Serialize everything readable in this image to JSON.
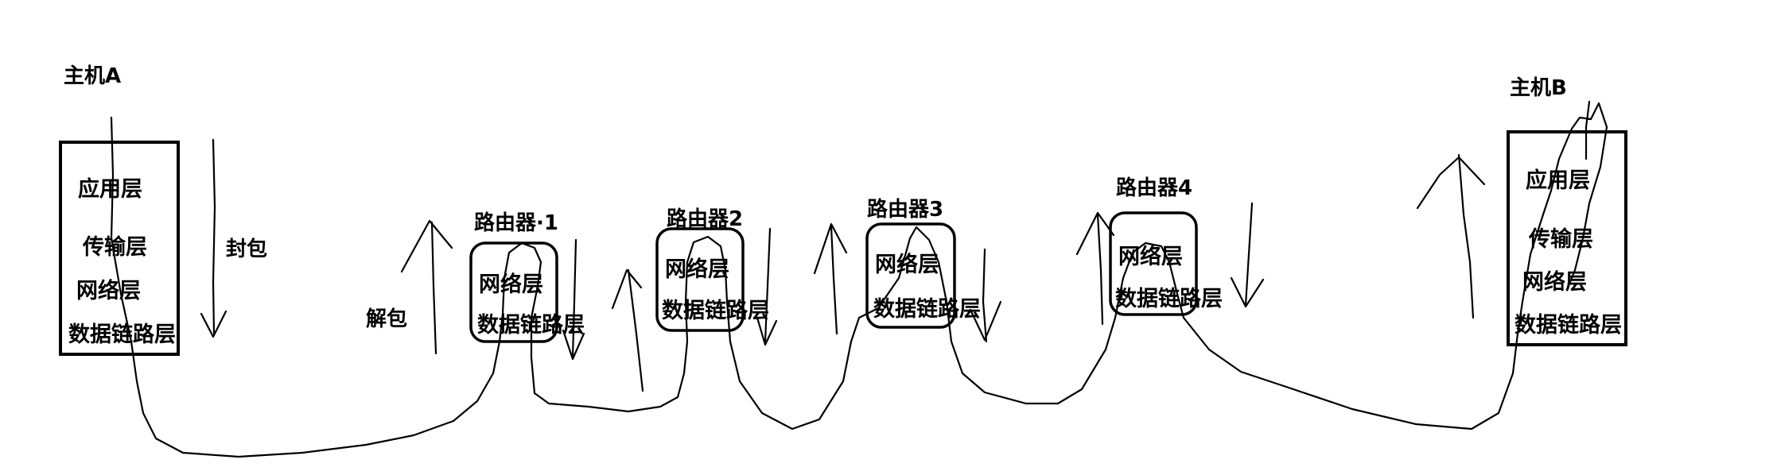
{
  "host_a": {
    "title": "主机A",
    "layers": [
      "应用层",
      "传输层",
      "网络层",
      "数据链路层"
    ]
  },
  "host_b": {
    "title": "主机B",
    "layers": [
      "应用层",
      "传输层",
      "网络层",
      "数据链路层"
    ]
  },
  "routers": [
    {
      "title": "路由器·1",
      "layers": [
        "网络层",
        "数据链路层"
      ]
    },
    {
      "title": "路由器2",
      "layers": [
        "网络层",
        "数据链路层"
      ]
    },
    {
      "title": "路由器3",
      "layers": [
        "网络层",
        "数据链路层"
      ]
    },
    {
      "title": "路由器4",
      "layers": [
        "网络层",
        "数据链路层"
      ]
    }
  ],
  "annotations": {
    "encapsulate": "封包",
    "decapsulate": "解包"
  }
}
